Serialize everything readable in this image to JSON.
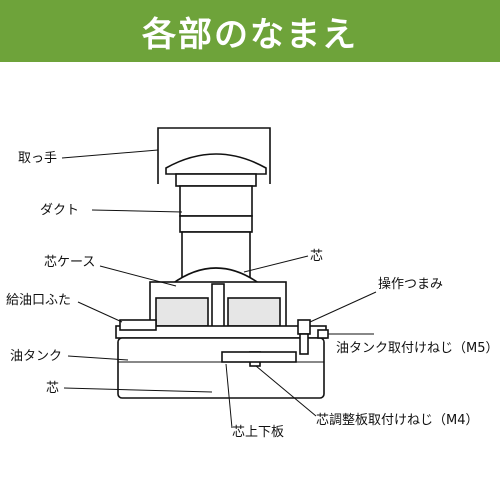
{
  "header": {
    "title": "各部のなまえ"
  },
  "colors": {
    "header_bg": "#6ea33a",
    "header_text": "#ffffff",
    "line": "#111111"
  },
  "labels": {
    "handle": "取っ手",
    "duct": "ダクト",
    "wick_top": "芯",
    "wick_case": "芯ケース",
    "operation_knob": "操作つまみ",
    "fuel_cap": "給油口ふた",
    "tank_screw": "油タンク取付けねじ（M5）",
    "oil_tank": "油タンク",
    "wick": "芯",
    "wick_plate_screw": "芯調整板取付けねじ（M4）",
    "wick_lift_plate": "芯上下板"
  }
}
